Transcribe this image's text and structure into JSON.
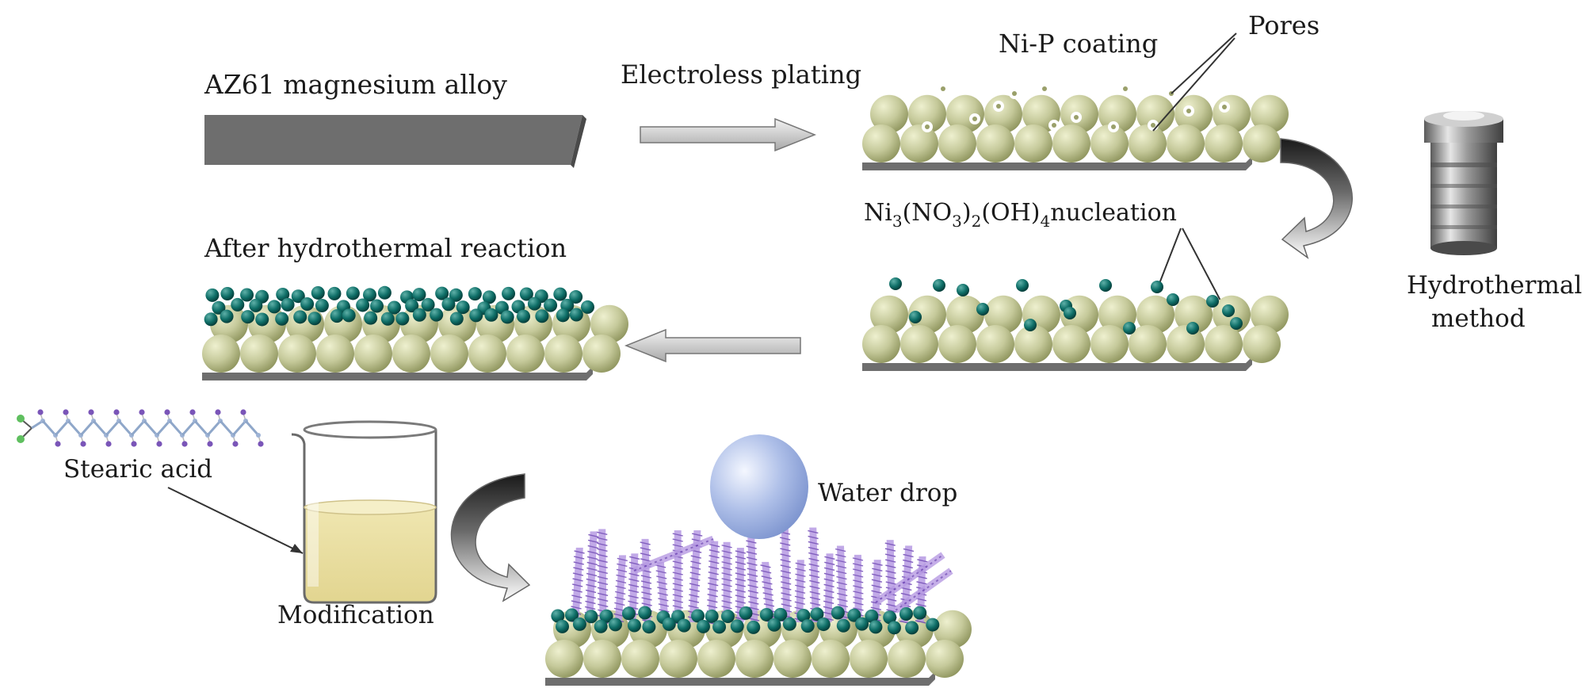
{
  "labels": {
    "substrate": "AZ61 magnesium alloy",
    "step_plating": "Electroless plating",
    "coating": "Ni-P coating",
    "pores": "Pores",
    "nucleation_prefix": "Ni",
    "nucleation_sub1": "3",
    "nucleation_mid1": "(NO",
    "nucleation_sub2": "3",
    "nucleation_mid2": ")",
    "nucleation_sub3": "2",
    "nucleation_mid3": "(OH)",
    "nucleation_sub4": "4",
    "nucleation_suffix": "nucleation",
    "hydrothermal_line1": "Hydrothermal",
    "hydrothermal_line2": "method",
    "after_reaction": "After hydrothermal reaction",
    "stearic_acid": "Stearic acid",
    "modification": "Modification",
    "water_drop": "Water drop"
  },
  "colors": {
    "sphere": "#c5c99a",
    "sphere_shade": "#a8ad78",
    "substrate": "#6e6e6e",
    "nucleus": "#0f6f68",
    "stearic_chain": "#8a62c6",
    "water_drop": "#8fa8dc",
    "beaker_liquid": "#ece3a7",
    "arrow": "#bdbdbd"
  },
  "icons": [
    "autoclave-icon",
    "beaker-icon",
    "water-drop-icon",
    "stearic-acid-molecule-icon"
  ]
}
